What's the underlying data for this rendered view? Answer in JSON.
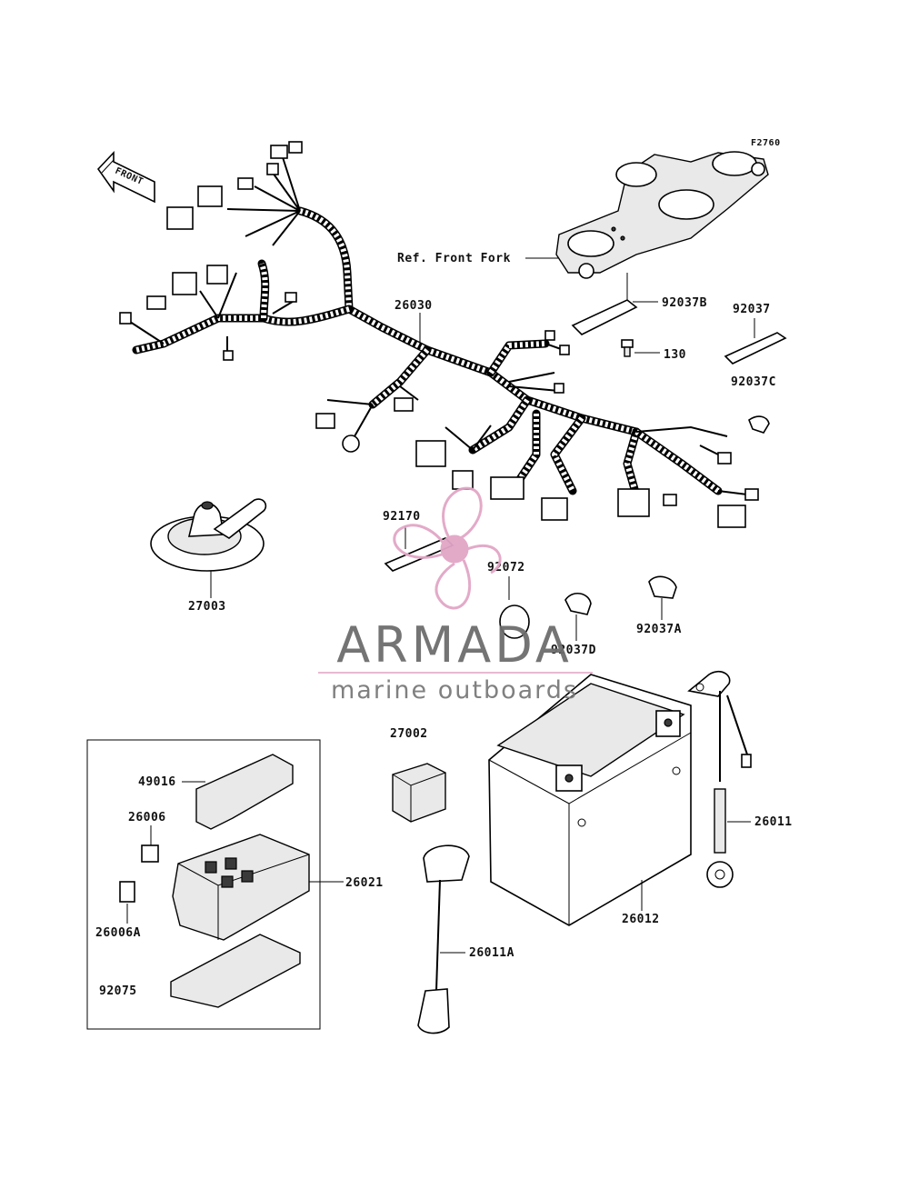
{
  "figure_code": "F2760",
  "front_arrow_label": "FRONT",
  "ref_label": "Ref. Front Fork",
  "parts": {
    "p26030": "26030",
    "p92037B": "92037B",
    "p92037": "92037",
    "p92037C": "92037C",
    "p130": "130",
    "p27003": "27003",
    "p92170": "92170",
    "p92072": "92072",
    "p92037D": "92037D",
    "p92037A": "92037A",
    "p27002": "27002",
    "p49016": "49016",
    "p26006": "26006",
    "p26006A": "26006A",
    "p92075": "92075",
    "p26021": "26021",
    "p26011A": "26011A",
    "p26012": "26012",
    "p26011": "26011"
  },
  "watermark": {
    "brand": "ARMADA",
    "tagline": "marine outboards",
    "colors": {
      "brand": "#6d6d6d",
      "rule": "#e7b6cf",
      "logo": "#e2a6c6",
      "tagline": "#7a7a7a"
    },
    "icon": "propeller-logo-icon"
  }
}
